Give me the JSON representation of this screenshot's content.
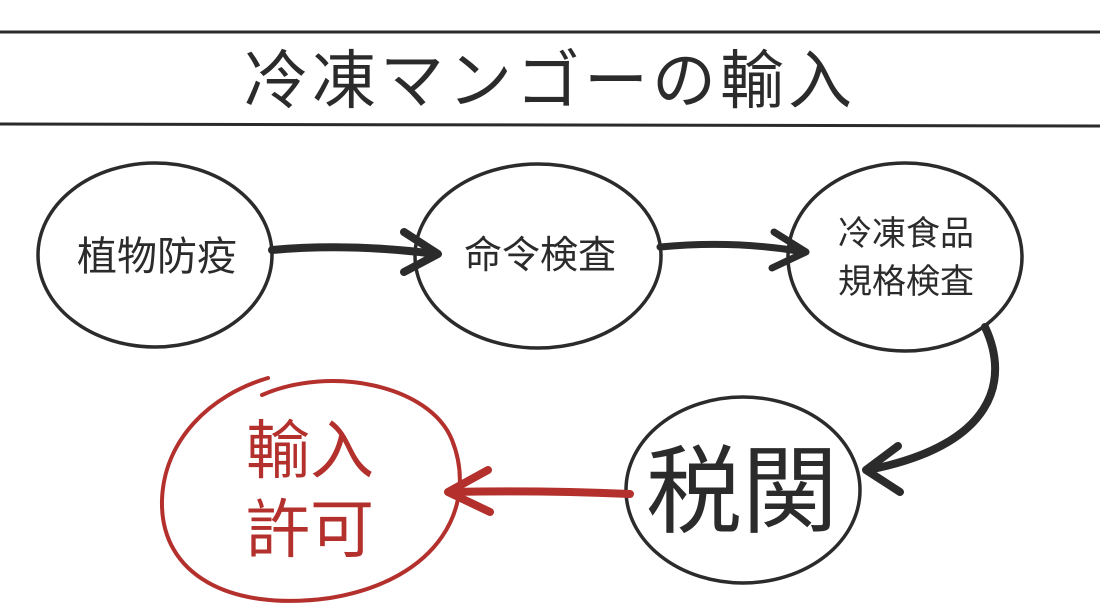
{
  "title": "冷凍マンゴーの輸入",
  "colors": {
    "ink": "#2b2b2b",
    "accent_red": "#b3302c",
    "background": "#ffffff"
  },
  "nodes": {
    "plant_quarantine": {
      "lines": [
        "植物防疫"
      ]
    },
    "order_inspection": {
      "lines": [
        "命令検査"
      ]
    },
    "frozen_food_inspection": {
      "lines": [
        "冷凍食品",
        "規格検査"
      ]
    },
    "customs": {
      "lines": [
        "税関"
      ]
    },
    "import_permit": {
      "lines": [
        "輸入",
        "許可"
      ]
    }
  }
}
